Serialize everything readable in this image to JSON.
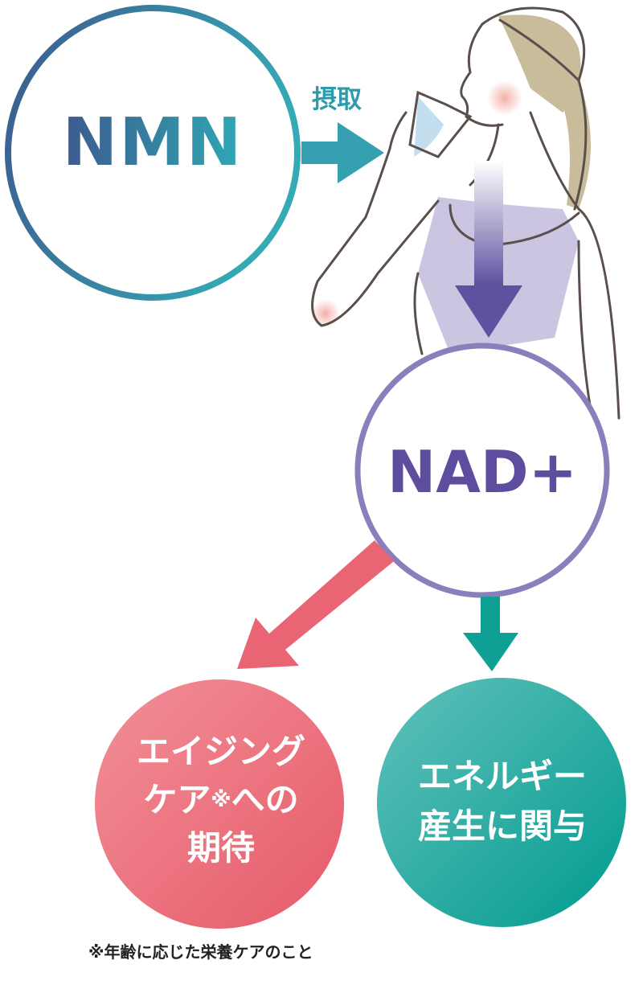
{
  "nmn": {
    "label": "NMN"
  },
  "intake": {
    "label": "摂取"
  },
  "nad": {
    "label": "NAD+"
  },
  "aging": {
    "line1": "エイジング",
    "line2a": "ケア",
    "line2_mark": "※",
    "line2b": "への",
    "line3": "期待"
  },
  "energy": {
    "line1": "エネルギー",
    "line2": "産生に関与"
  },
  "footnote": "※年齢に応じた栄養ケアのこと",
  "colors": {
    "nmn_start": "#3c5a8e",
    "nmn_end": "#35aab5",
    "nad": "#8b7fbb",
    "nad_text": "#5e4c9e",
    "aging": "#e8606e",
    "energy": "#0aa095"
  }
}
